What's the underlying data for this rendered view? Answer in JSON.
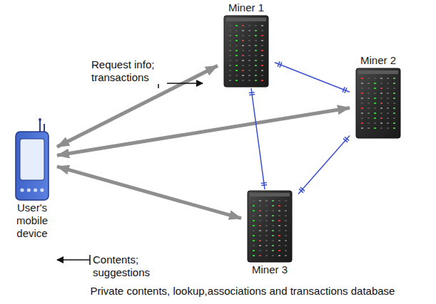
{
  "diagram": {
    "caption": "Private contents, lookup,associations and transactions database",
    "nodes": [
      {
        "text": [
          "User's mobile device"
        ]
      },
      {
        "text": [
          "Miner 1"
        ]
      },
      {
        "text": [
          "Miner 2"
        ]
      },
      {
        "text": [
          "Miner 3"
        ]
      }
    ],
    "edges": [
      {
        "from": 0,
        "to": 1,
        "arrow": "both"
      },
      {
        "from": 0,
        "to": 2,
        "arrow": "both"
      },
      {
        "from": 0,
        "to": 3,
        "arrow": "both"
      },
      {
        "from": 1,
        "to": 2,
        "arrow": "none"
      },
      {
        "from": 1,
        "to": 3,
        "arrow": "none"
      },
      {
        "from": 3,
        "to": 2,
        "arrow": "none"
      }
    ],
    "labels": [
      "Request info; transactions",
      "Contents; suggestions"
    ]
  }
}
